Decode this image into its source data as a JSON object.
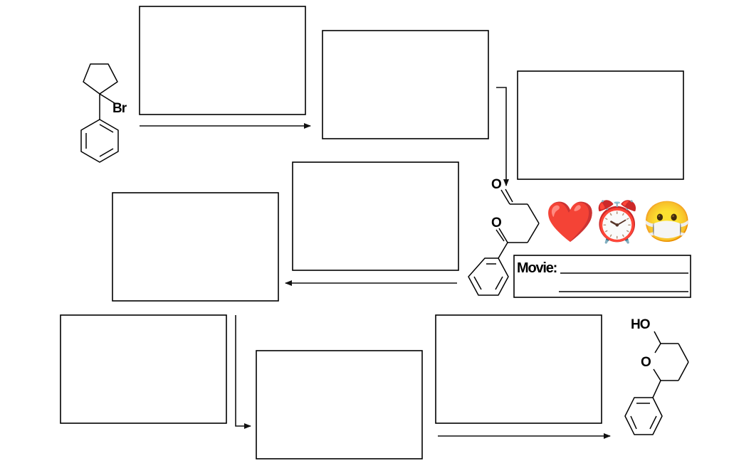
{
  "molecules": {
    "start": {
      "bromine_label": "Br"
    },
    "intermediate": {
      "oxygen_top_label": "O",
      "oxygen_bottom_label": "O"
    },
    "product": {
      "hydroxyl_label": "HO",
      "ring_oxygen_label": "O"
    }
  },
  "movie_box": {
    "label": "Movie:"
  },
  "emojis": {
    "heart": "❤️",
    "alarm_clock": "⏰",
    "mask_face": "😷"
  },
  "colors": {
    "heart": "#e8141f",
    "clock": "#e32b2b",
    "mask_face": "#f6c33a"
  }
}
